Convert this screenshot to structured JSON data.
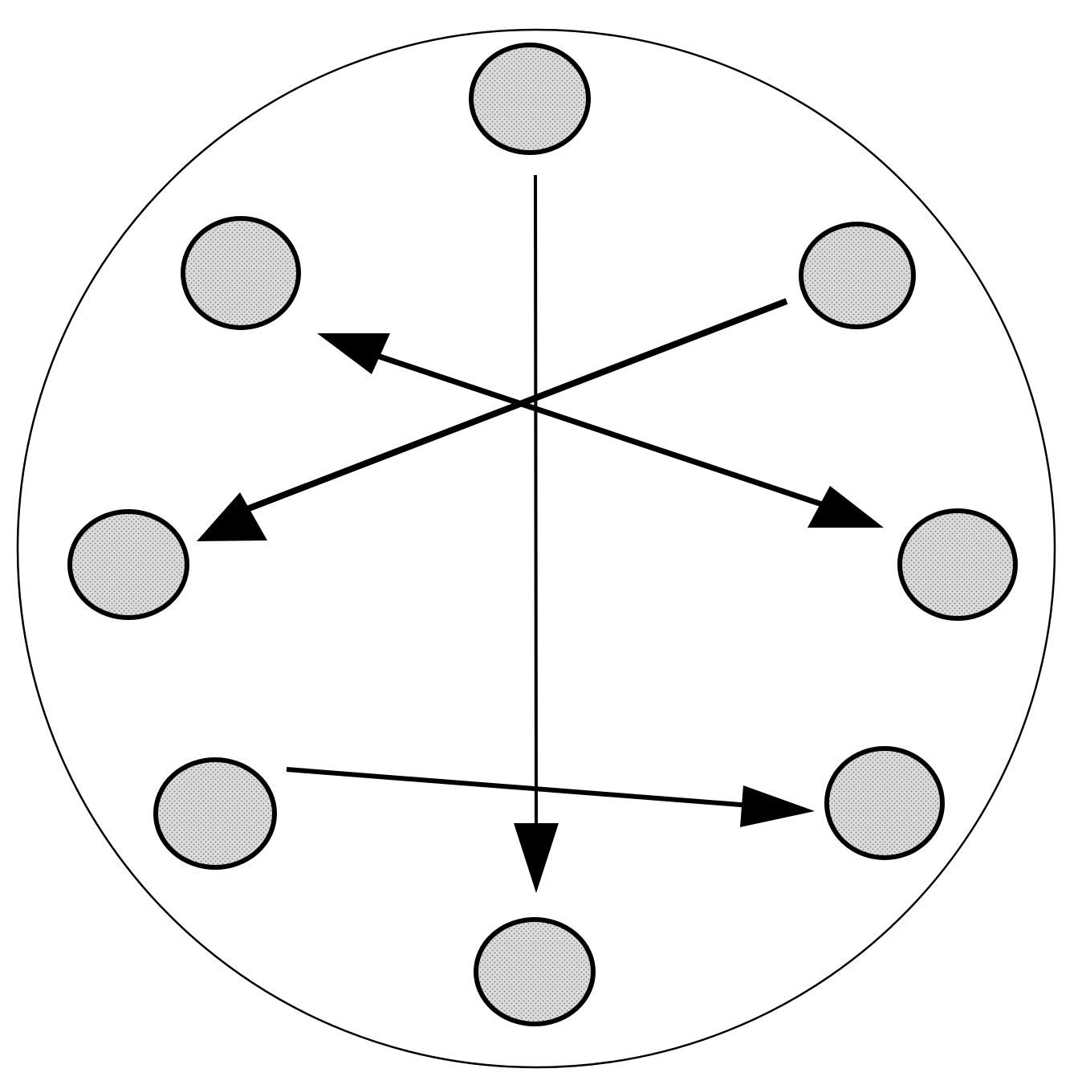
{
  "colors": {
    "background": "#ffffff",
    "stroke": "#000000",
    "node_fill": "#dcdcdc",
    "node_dot": "#7a7a7a"
  },
  "diagram": {
    "nodes": [
      {
        "id": "top"
      },
      {
        "id": "upper-left"
      },
      {
        "id": "upper-right"
      },
      {
        "id": "middle-left"
      },
      {
        "id": "middle-right"
      },
      {
        "id": "lower-left"
      },
      {
        "id": "lower-right"
      },
      {
        "id": "bottom"
      }
    ],
    "arrows": [
      {
        "from": "top",
        "to": "bottom"
      },
      {
        "from": "upper-right",
        "to": "middle-left"
      },
      {
        "from": "middle-right",
        "to": "upper-left",
        "bidirectional": true
      },
      {
        "from": "lower-left",
        "to": "lower-right"
      }
    ]
  }
}
